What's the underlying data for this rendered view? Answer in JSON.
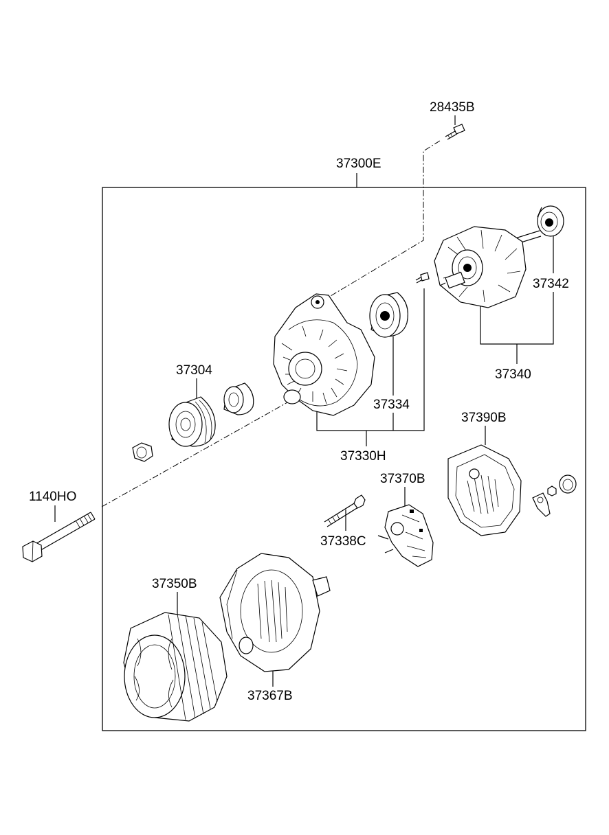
{
  "diagram": {
    "assembly_label": "37300E",
    "labels": {
      "p28435B": "28435B",
      "p37300E": "37300E",
      "p37342": "37342",
      "p37340": "37340",
      "p37304": "37304",
      "p37334": "37334",
      "p37330H": "37330H",
      "p37390B": "37390B",
      "p1140HO": "1140HO",
      "p37370B": "37370B",
      "p37338C": "37338C",
      "p37350B": "37350B",
      "p37367B": "37367B"
    }
  }
}
